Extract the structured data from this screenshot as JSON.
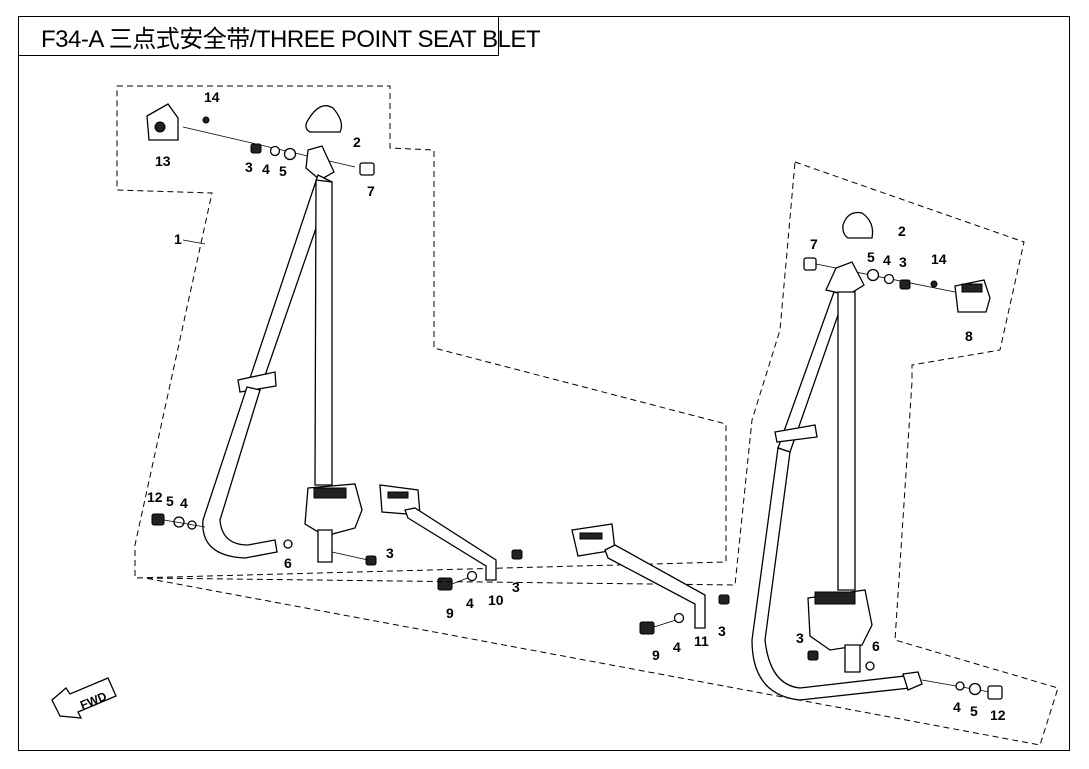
{
  "title": "F34-A 三点式安全带/THREE POINT SEAT BLET",
  "fwd_label": "FWD",
  "left_assembly": {
    "callouts": {
      "c1": "1",
      "c2": "2",
      "c3a": "3",
      "c4a": "4",
      "c5a": "5",
      "c7": "7",
      "c13": "13",
      "c14": "14",
      "c12": "12",
      "c5b": "5",
      "c4b": "4",
      "c6": "6",
      "c3b": "3",
      "c9": "9",
      "c4c": "4",
      "c10": "10",
      "c3c": "3"
    }
  },
  "right_assembly": {
    "callouts": {
      "c2": "2",
      "c7": "7",
      "c5a": "5",
      "c4a": "4",
      "c3a": "3",
      "c14": "14",
      "c8": "8",
      "c9": "9",
      "c4b": "4",
      "c11": "11",
      "c3b": "3",
      "c3c": "3",
      "c6": "6",
      "c4c": "4",
      "c5b": "5",
      "c12": "12"
    }
  }
}
